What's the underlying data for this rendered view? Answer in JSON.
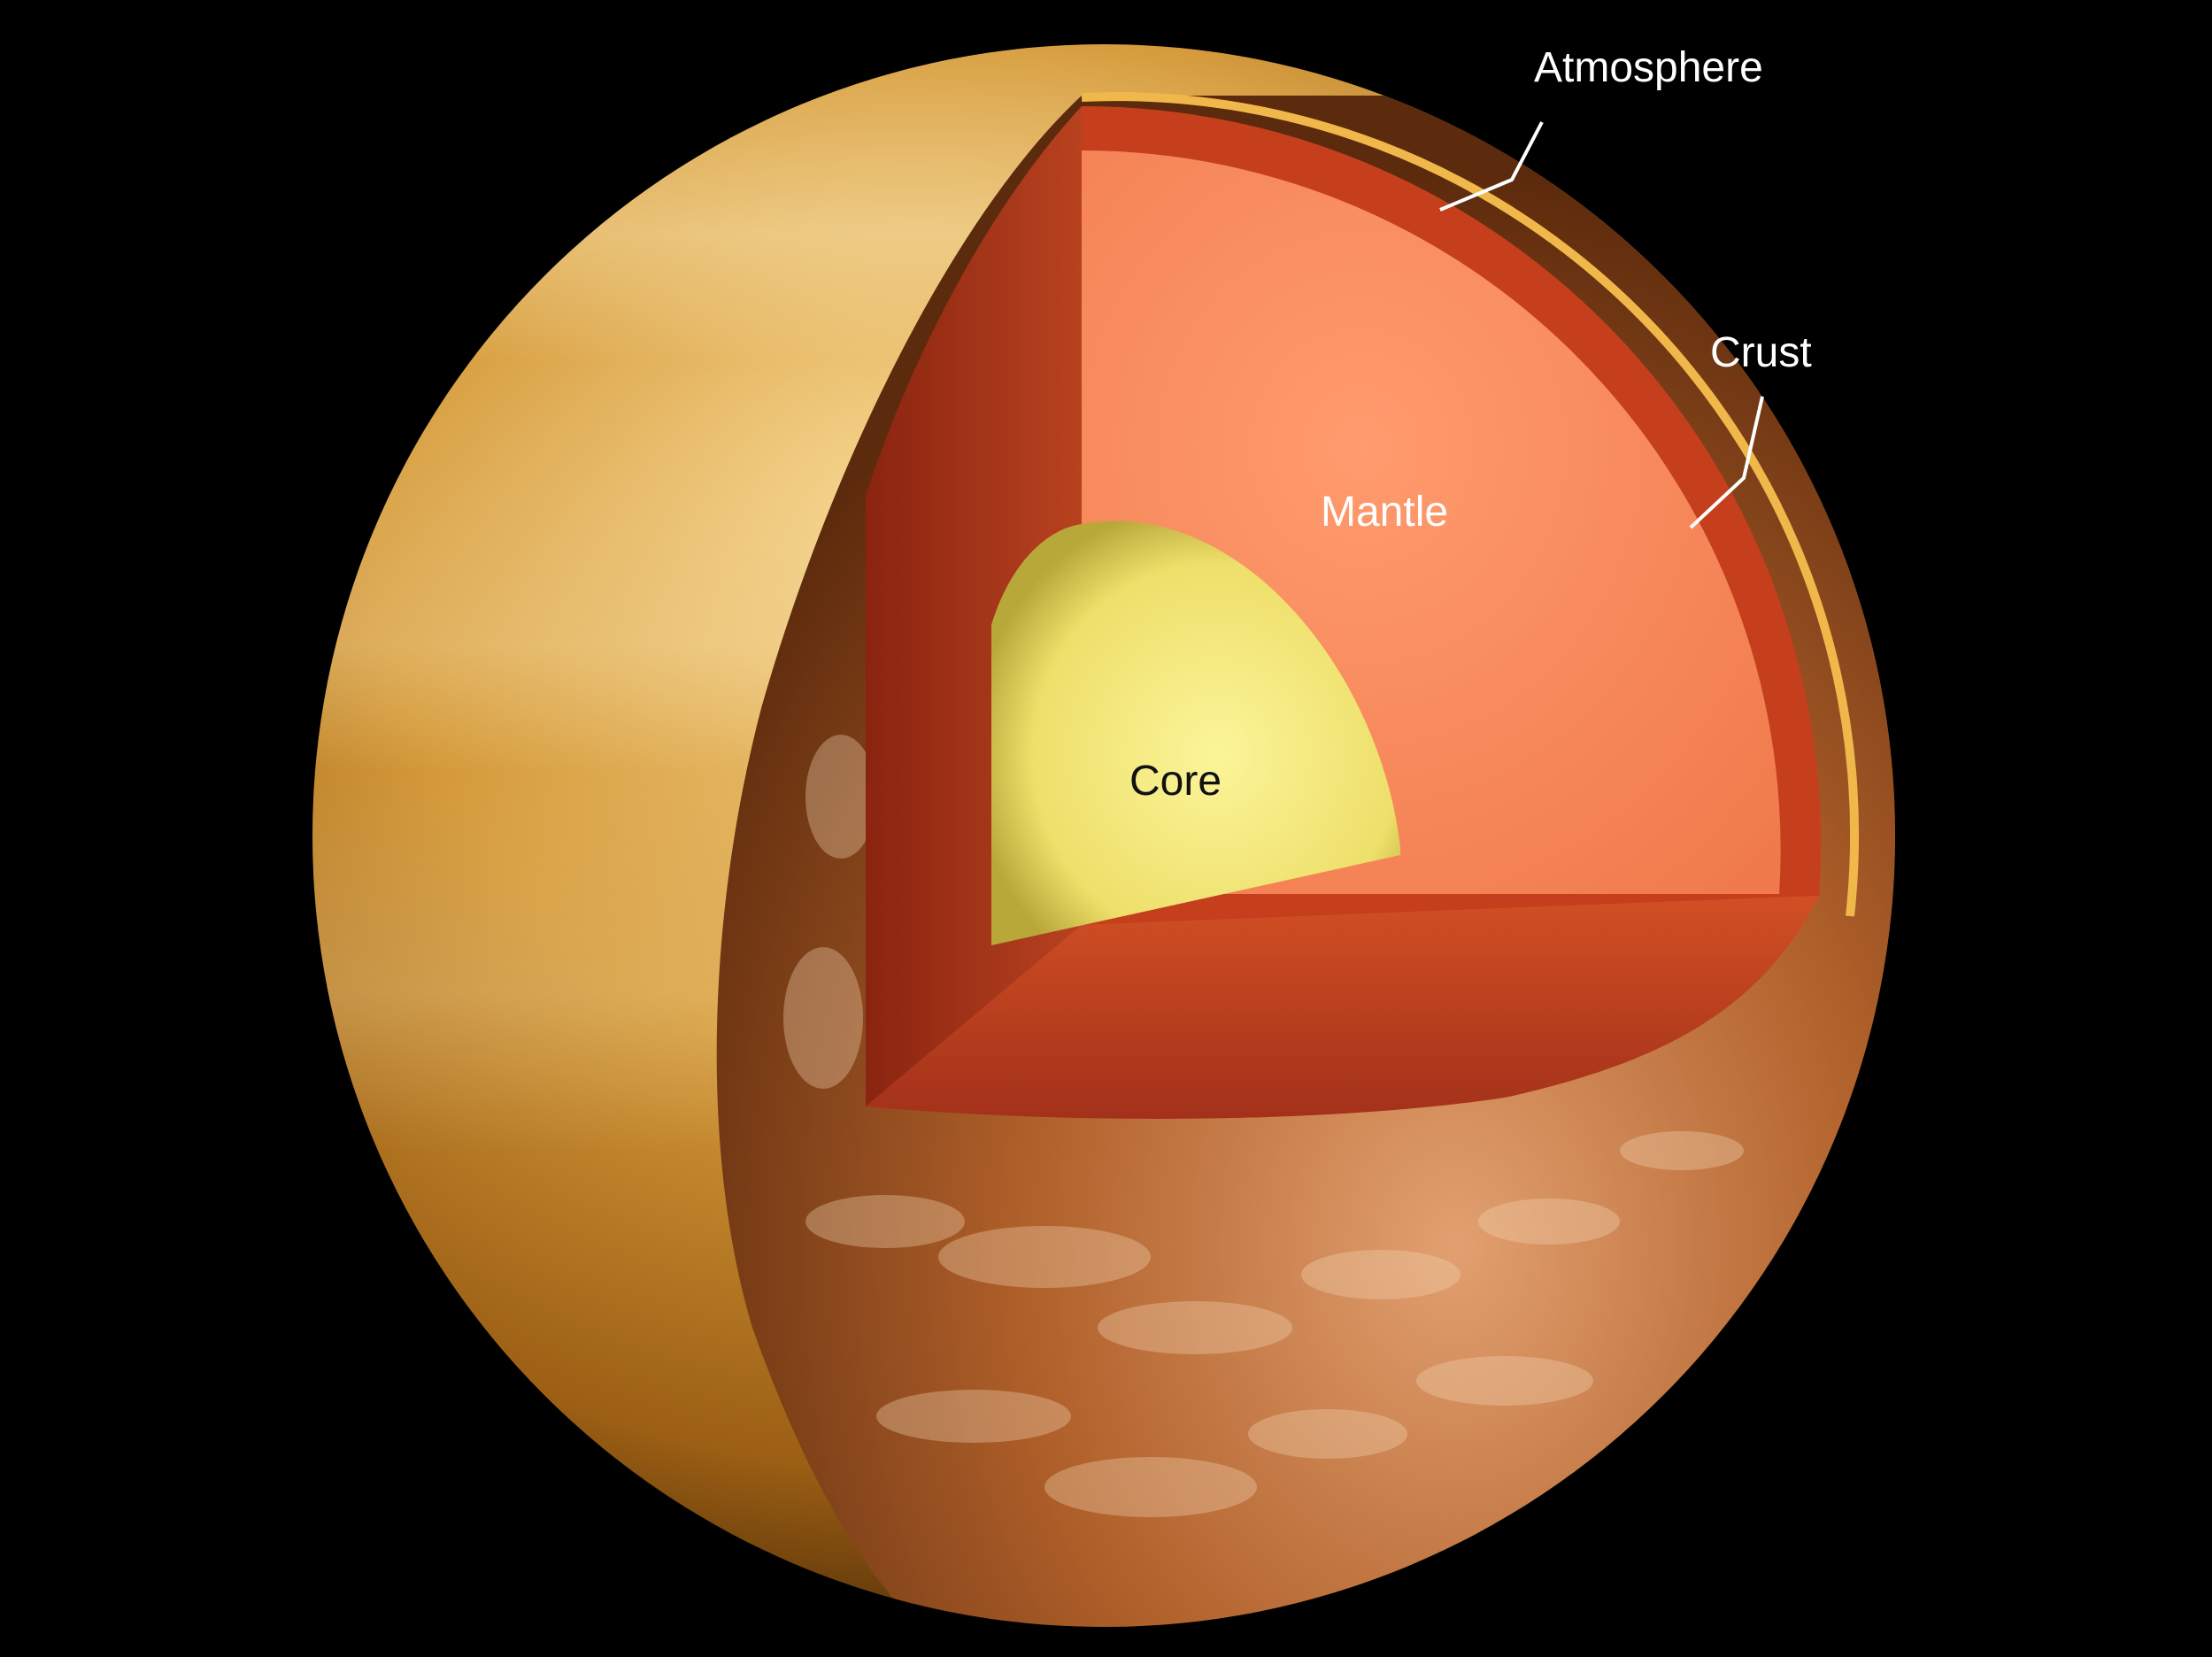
{
  "labels": {
    "atmosphere": "Atmosphere",
    "crust": "Crust",
    "mantle": "Mantle",
    "core": "Core"
  },
  "colors": {
    "background": "#000000",
    "atmosphere": "#c98f2a",
    "crust": "#c2401c",
    "mantle": "#f5875a",
    "core": "#f4f08a",
    "surface": "#a8521e",
    "leader_line": "#ffffff",
    "label_light": "#ffffff",
    "label_dark": "#111111"
  }
}
